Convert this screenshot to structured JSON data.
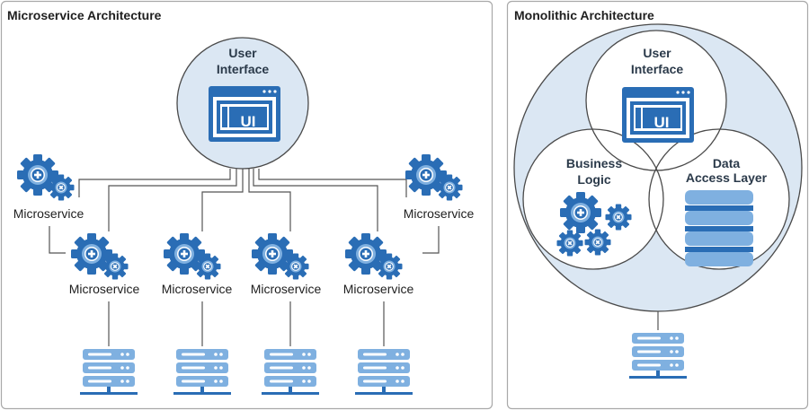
{
  "left_panel": {
    "title": "Microservice Architecture",
    "ui_node": {
      "label_line1": "User",
      "label_line2": "Interface",
      "badge": "UI"
    },
    "services": [
      {
        "label": "Microservice"
      },
      {
        "label": "Microservice"
      },
      {
        "label": "Microservice"
      },
      {
        "label": "Microservice"
      },
      {
        "label": "Microservice"
      },
      {
        "label": "Microservice"
      }
    ]
  },
  "right_panel": {
    "title": "Monolithic Architecture",
    "ui_circle": {
      "label_line1": "User",
      "label_line2": "Interface",
      "badge": "UI"
    },
    "logic_circle": {
      "label_line1": "Business",
      "label_line2": "Logic"
    },
    "data_circle": {
      "label_line1": "Data",
      "label_line2": "Access Layer"
    }
  },
  "colors": {
    "panel_border": "#a9a9a9",
    "circle_fill": "#dbe7f3",
    "circle_stroke": "#4a4a4a",
    "primary_blue": "#2a6db5",
    "dark_blue": "#1f5a9a",
    "light_blue": "#7fb0e0",
    "label_dark": "#2b3a4a",
    "connector": "#555555"
  },
  "icons": {
    "gear": "gear-icon",
    "server": "server-stack-icon",
    "ui_window": "ui-window-icon",
    "database": "database-icon"
  }
}
